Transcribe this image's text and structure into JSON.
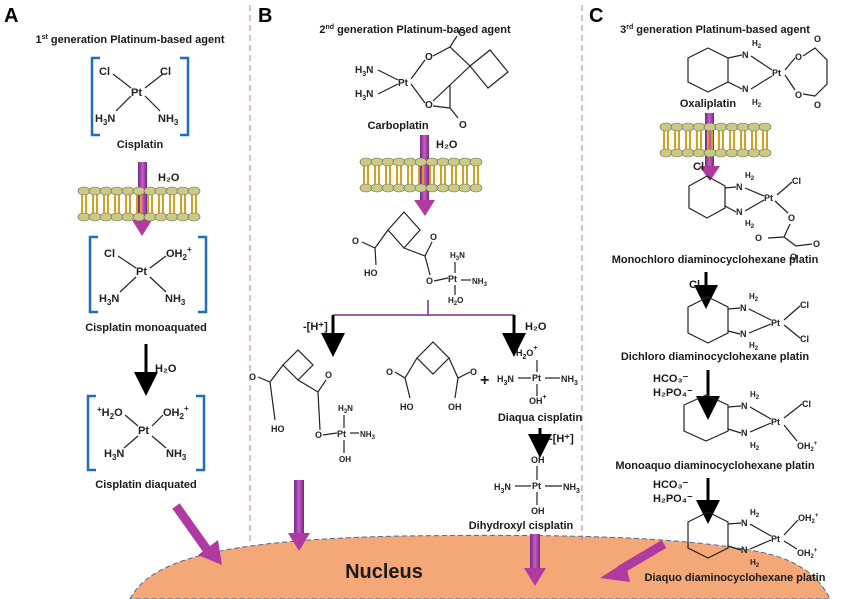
{
  "panels": {
    "a": {
      "letter": "A",
      "title_pre": "1",
      "title_sup": "st",
      "title_post": " generation Platinum-based agent",
      "compounds": {
        "cisplatin": "Cisplatin",
        "monoaquated": "Cisplatin monoaquated",
        "diaquated": "Cisplatin diaquated"
      },
      "reagents": {
        "h2o_1": "H₂O",
        "h2o_2": "H₂O"
      }
    },
    "b": {
      "letter": "B",
      "title_pre": "2",
      "title_sup": "nd",
      "title_post": " generation Platinum-based agent",
      "compounds": {
        "carboplatin": "Carboplatin",
        "diaqua": "Diaqua cisplatin",
        "dihydroxyl": "Dihydroxyl cisplatin"
      },
      "reagents": {
        "h2o_top": "H₂O",
        "h_left": "-[H⁺]",
        "h2o_right": "H₂O",
        "h_bottom": "-[H⁺]",
        "plus": "+"
      }
    },
    "c": {
      "letter": "C",
      "title_pre": "3",
      "title_sup": "rd",
      "title_post": " generation Platinum-based agent",
      "compounds": {
        "oxaliplatin": "Oxaliplatin",
        "monochloro": "Monochloro diaminocyclohexane platin",
        "dichloro": "Dichloro diaminocyclohexane platin",
        "monoaquo": "Monoaquo diaminocyclohexane platin",
        "diaquo": "Diaquo diaminocyclohexane platin"
      },
      "reagents": {
        "cl_1": "Cl",
        "cl_2": "Cl",
        "hco3_1": "HCO₃⁻",
        "h2po4_1": "H₂PO₄⁻",
        "hco3_2": "HCO₃⁻",
        "h2po4_2": "H₂PO₄⁻"
      }
    }
  },
  "nucleus": {
    "label": "Nucleus"
  },
  "colors": {
    "membrane_head": "#c9c98a",
    "membrane_tail": "#d4a020",
    "entry_arrow": "#b03aa0",
    "nucleus": "#f4a877",
    "bracket": "#1f6fb5",
    "divider": "#b07ab8"
  }
}
